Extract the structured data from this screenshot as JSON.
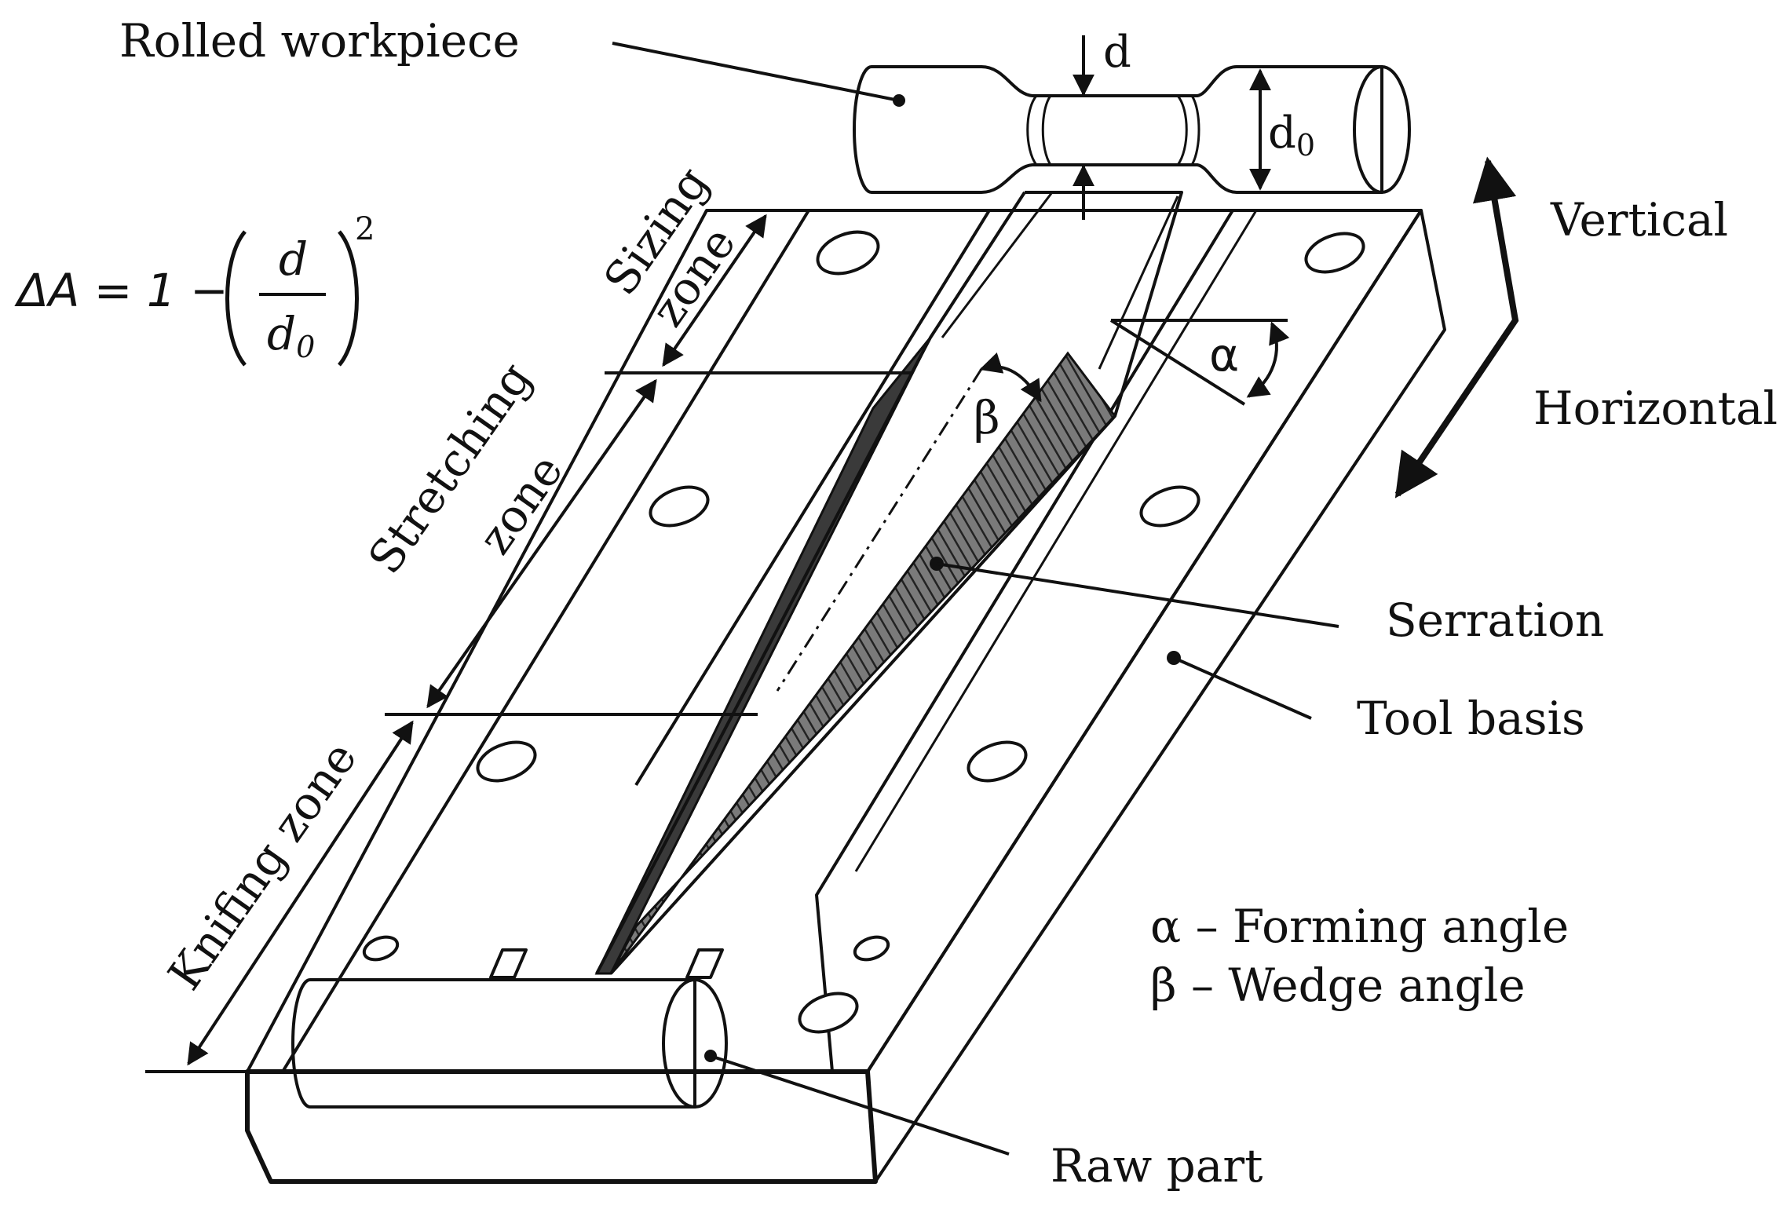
{
  "labels": {
    "rolled_workpiece": "Rolled workpiece",
    "d": "d",
    "d0": "d",
    "d0_sub": "0",
    "vertical": "Vertical",
    "horizontal": "Horizontal",
    "sizing_zone_1": "Sizing",
    "sizing_zone_2": "zone",
    "stretching_zone_1": "Stretching",
    "stretching_zone_2": "zone",
    "knifing_zone": "Knifing zone",
    "alpha": "α",
    "beta": "β",
    "serration": "Serration",
    "tool_basis": "Tool basis",
    "raw_part": "Raw part",
    "legend_alpha": "α – Forming angle",
    "legend_beta": "β – Wedge angle"
  },
  "formula": {
    "lhs": "ΔA = 1 −",
    "numerator": "d",
    "denominator": "d",
    "denominator_sub": "0",
    "exponent": "2"
  },
  "colors": {
    "ink": "#111111",
    "serration_fill": "#555555",
    "background": "#ffffff"
  }
}
